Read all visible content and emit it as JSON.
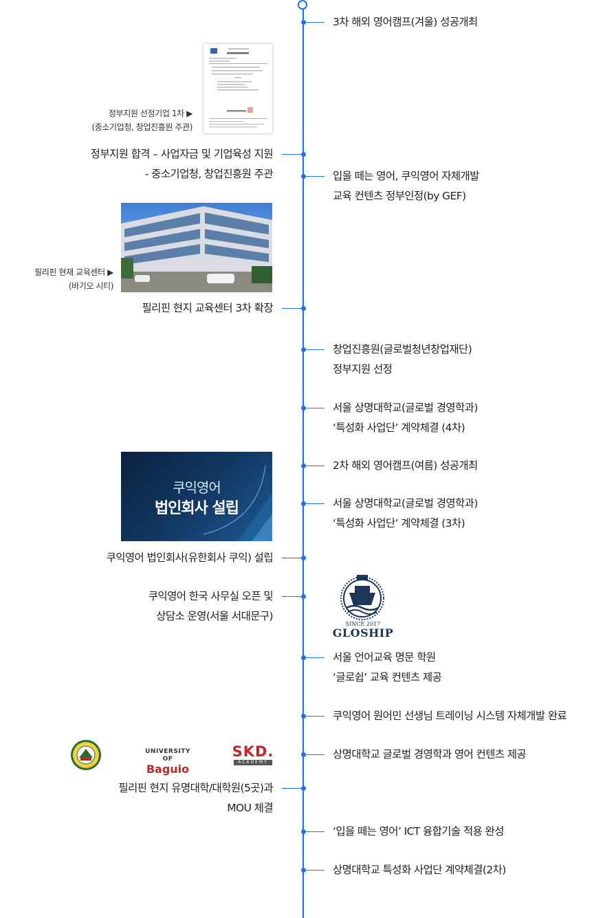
{
  "right_events": [
    {
      "lines": [
        "3차 해외 영어캠프(겨울) 성공개최"
      ]
    },
    {
      "lines": [
        "입을 떼는 영어, 쿠익영어 자체개발",
        "교육 컨텐츠 정부인정(by GEF)"
      ]
    },
    {
      "lines": [
        "창업진흥원(글로벌청년창업재단)",
        "정부지원 선정"
      ]
    },
    {
      "lines": [
        "서울 상명대학교(글로벌 경영학과)",
        "‘특성화 사업단’ 계약체결 (4차)"
      ]
    },
    {
      "lines": [
        "2차 해외 영어캠프(여름) 성공개최"
      ]
    },
    {
      "lines": [
        "서울 상명대학교(글로벌 경영학과)",
        "‘특성화 사업단’ 계약체결 (3차)"
      ]
    },
    {
      "lines": [
        "서울 언어교육 명문 학원",
        "‘글로쉽’ 교육 컨텐츠 제공"
      ]
    },
    {
      "lines": [
        "쿠익영어 원어민 선생님 트레이닝 시스템 자체개발 완료"
      ]
    },
    {
      "lines": [
        "상명대학교 글로벌 경영학과 영어 컨텐츠 제공"
      ]
    },
    {
      "lines": [
        "‘입을 떼는 영어’ ICT 융합기술 적용 완성"
      ]
    },
    {
      "lines": [
        "상명대학교 특성화 사업단 계약체결(2차)"
      ]
    }
  ],
  "left_events": [
    {
      "lines": [
        "정부지원 합격 – 사업자금 및 기업육성 지원",
        "- 중소기업청, 창업진흥원 주관"
      ]
    },
    {
      "lines": [
        "필리핀 현지 교육센터 3차 확장"
      ]
    },
    {
      "lines": [
        "쿠익영어 법인회사(유한회사 쿠익) 설립"
      ]
    },
    {
      "lines": [
        "쿠익영어 한국 사무실 오픈 및",
        "상담소 운영(서울 서대문구)"
      ]
    },
    {
      "lines": [
        "필리핀 현지 유명대학/대학원(5곳)과",
        "MOU 체결"
      ]
    }
  ],
  "captions": [
    {
      "lines": [
        "정부지원 선정기업 1차 ▶",
        "(중소기업청, 창업진흥원 주관)"
      ]
    },
    {
      "lines": [
        "필리핀 현재 교육센터 ▶",
        "(바기오 시티)"
      ]
    }
  ],
  "banner": {
    "line1": "쿠익영어",
    "line2": "법인회사 설립"
  },
  "gloship": {
    "since": "SINCE 2017",
    "name": "GLOSHIP"
  },
  "university_logo": {
    "line1": "UNIVERSITY OF",
    "line2": "Baguio"
  },
  "skd_logo": {
    "name": "SKD.",
    "sub": "ACADEMY"
  },
  "colors": {
    "accent": "#1a73e8",
    "text": "#222222",
    "banner_bg": "#0b2140",
    "baguio_red": "#c0272d",
    "gloship_navy": "#1d3557"
  }
}
